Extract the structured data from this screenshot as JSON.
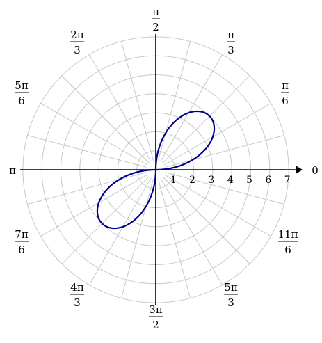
{
  "chart_data": {
    "type": "polar_line",
    "r_max": 7,
    "r_ticks": [
      1,
      2,
      3,
      4,
      5,
      6,
      7
    ],
    "r_tick_labels": [
      "1",
      "2",
      "3",
      "4",
      "5",
      "6",
      "7"
    ],
    "radial_lines_every_deg": 15,
    "grid": true,
    "angle_labels": [
      {
        "deg": 0,
        "label": "0"
      },
      {
        "deg": 30,
        "num": "π",
        "den": "6"
      },
      {
        "deg": 60,
        "num": "π",
        "den": "3"
      },
      {
        "deg": 90,
        "num": "π",
        "den": "2"
      },
      {
        "deg": 120,
        "num": "2π",
        "den": "3"
      },
      {
        "deg": 150,
        "num": "5π",
        "den": "6"
      },
      {
        "deg": 180,
        "label": "π"
      },
      {
        "deg": 210,
        "num": "7π",
        "den": "6"
      },
      {
        "deg": 240,
        "num": "4π",
        "den": "3"
      },
      {
        "deg": 270,
        "num": "3π",
        "den": "2"
      },
      {
        "deg": 300,
        "num": "5π",
        "den": "3"
      },
      {
        "deg": 330,
        "num": "11π",
        "den": "6"
      }
    ],
    "series": [
      {
        "color": "#00008b",
        "points": [
          [
            0,
            0
          ],
          [
            15,
            2.0
          ],
          [
            30,
            3.46
          ],
          [
            45,
            4.0
          ],
          [
            60,
            3.46
          ],
          [
            75,
            2.0
          ],
          [
            90,
            0
          ],
          [
            180,
            0
          ],
          [
            195,
            2.0
          ],
          [
            210,
            3.46
          ],
          [
            225,
            4.0
          ],
          [
            240,
            3.46
          ],
          [
            255,
            2.0
          ],
          [
            270,
            0
          ]
        ]
      }
    ]
  }
}
